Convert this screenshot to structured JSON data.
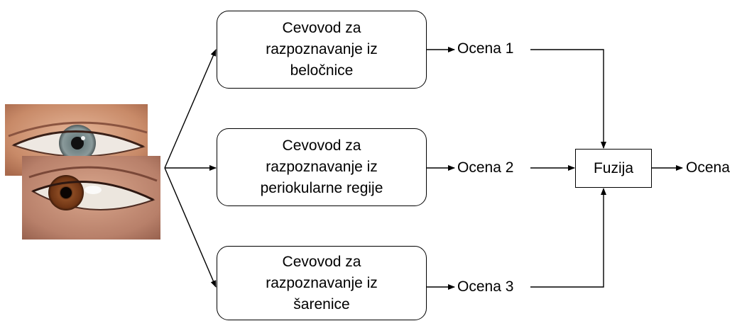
{
  "pipelines": [
    {
      "label": "Cevovod za razpoznavanje iz beločnice"
    },
    {
      "label": "Cevovod za razpoznavanje iz periokularne regije"
    },
    {
      "label": "Cevovod za razpoznavanje iz šarenice"
    }
  ],
  "scores": [
    "Ocena 1",
    "Ocena 2",
    "Ocena 3"
  ],
  "fusion": {
    "label": "Fuzija"
  },
  "output": {
    "label": "Ocena"
  },
  "images": [
    {
      "icon": "eye-photo-gray-iris"
    },
    {
      "icon": "eye-photo-brown-iris"
    }
  ],
  "colors": {
    "line": "#000000",
    "box_fill": "#ffffff",
    "skin": "#c98a6b",
    "gray_iris": "#7d8a8c",
    "brown_iris": "#7a3e1c"
  }
}
